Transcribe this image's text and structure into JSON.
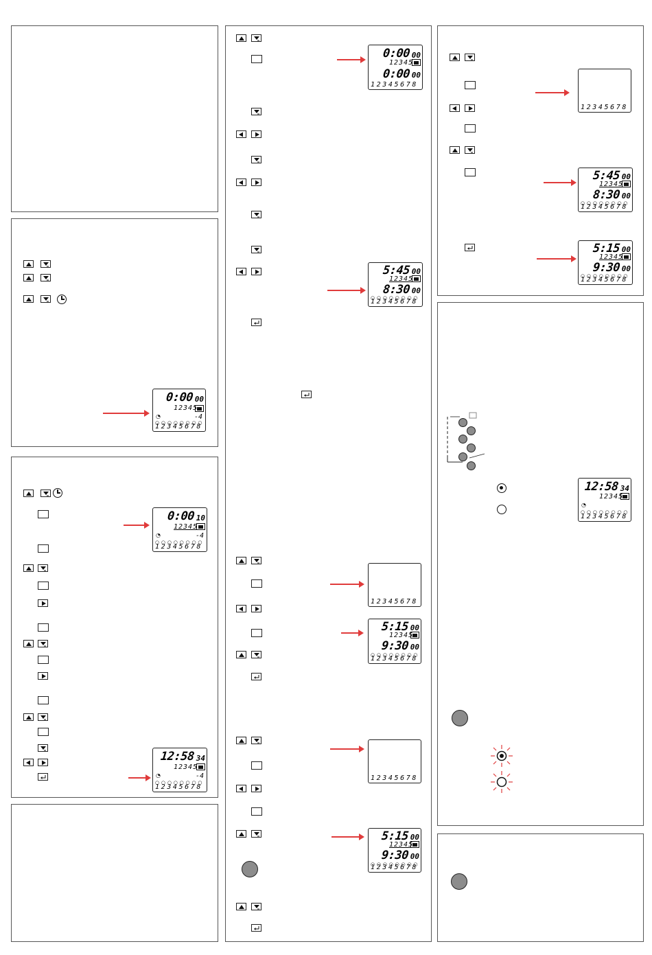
{
  "icons": {
    "up": "up-arrow",
    "down": "down-arrow",
    "left": "left-arrow",
    "right": "right-arrow",
    "enter": "enter-arrow",
    "ok": "blank-square",
    "clock": "clock-icon"
  },
  "colors": {
    "arrow": "#e03b3b",
    "reset_button": "#8c8c8c",
    "led_flash": "#e03b3b"
  },
  "lcd": {
    "a1_top": "0:00",
    "a1_top_sec": "00",
    "a1_days": "12345",
    "a1_bottom": "0:00",
    "a1_bottom_sec": "00",
    "a1_chan": "12345678",
    "a2_top": "0:00",
    "a2_top_sec": "00",
    "a2_days": "12345",
    "a2_neg": "-4",
    "a2_chan": "12345678",
    "a3_top": "0:00",
    "a3_top_sec": "10",
    "a3_days": "12345",
    "a3_neg": "-4",
    "a3_chan": "12345678",
    "a4_top": "12:58",
    "a4_top_sec": "34",
    "a4_days": "12345",
    "a4_neg": "-4",
    "a4_chan": "12345678",
    "b1_top": "5:45",
    "b1_top_sec": "00",
    "b1_days": "12345",
    "b1_bottom": "8:30",
    "b1_bottom_sec": "00",
    "b1_chan": "12345678",
    "b2_chan": "12345678",
    "b3_top": "5:15",
    "b3_top_sec": "00",
    "b3_days": "12345",
    "b3_bottom": "9:30",
    "b3_bottom_sec": "00",
    "b3_chan": "12345678",
    "b4_chan": "12345678",
    "b5_top": "5:15",
    "b5_top_sec": "00",
    "b5_days": "12345",
    "b5_bottom": "9:30",
    "b5_bottom_sec": "00",
    "b5_chan": "12345678",
    "c1_chan": "12345678",
    "c2_top": "5:45",
    "c2_top_sec": "00",
    "c2_days": "12345",
    "c2_bottom": "8:30",
    "c2_bottom_sec": "00",
    "c2_chan": "12345678",
    "c3_top": "5:15",
    "c3_top_sec": "00",
    "c3_days": "12345",
    "c3_bottom": "9:30",
    "c3_bottom_sec": "00",
    "c3_chan": "12345678",
    "c4_top": "12:58",
    "c4_top_sec": "34",
    "c4_days": "12345",
    "c4_chan": "12345678"
  }
}
